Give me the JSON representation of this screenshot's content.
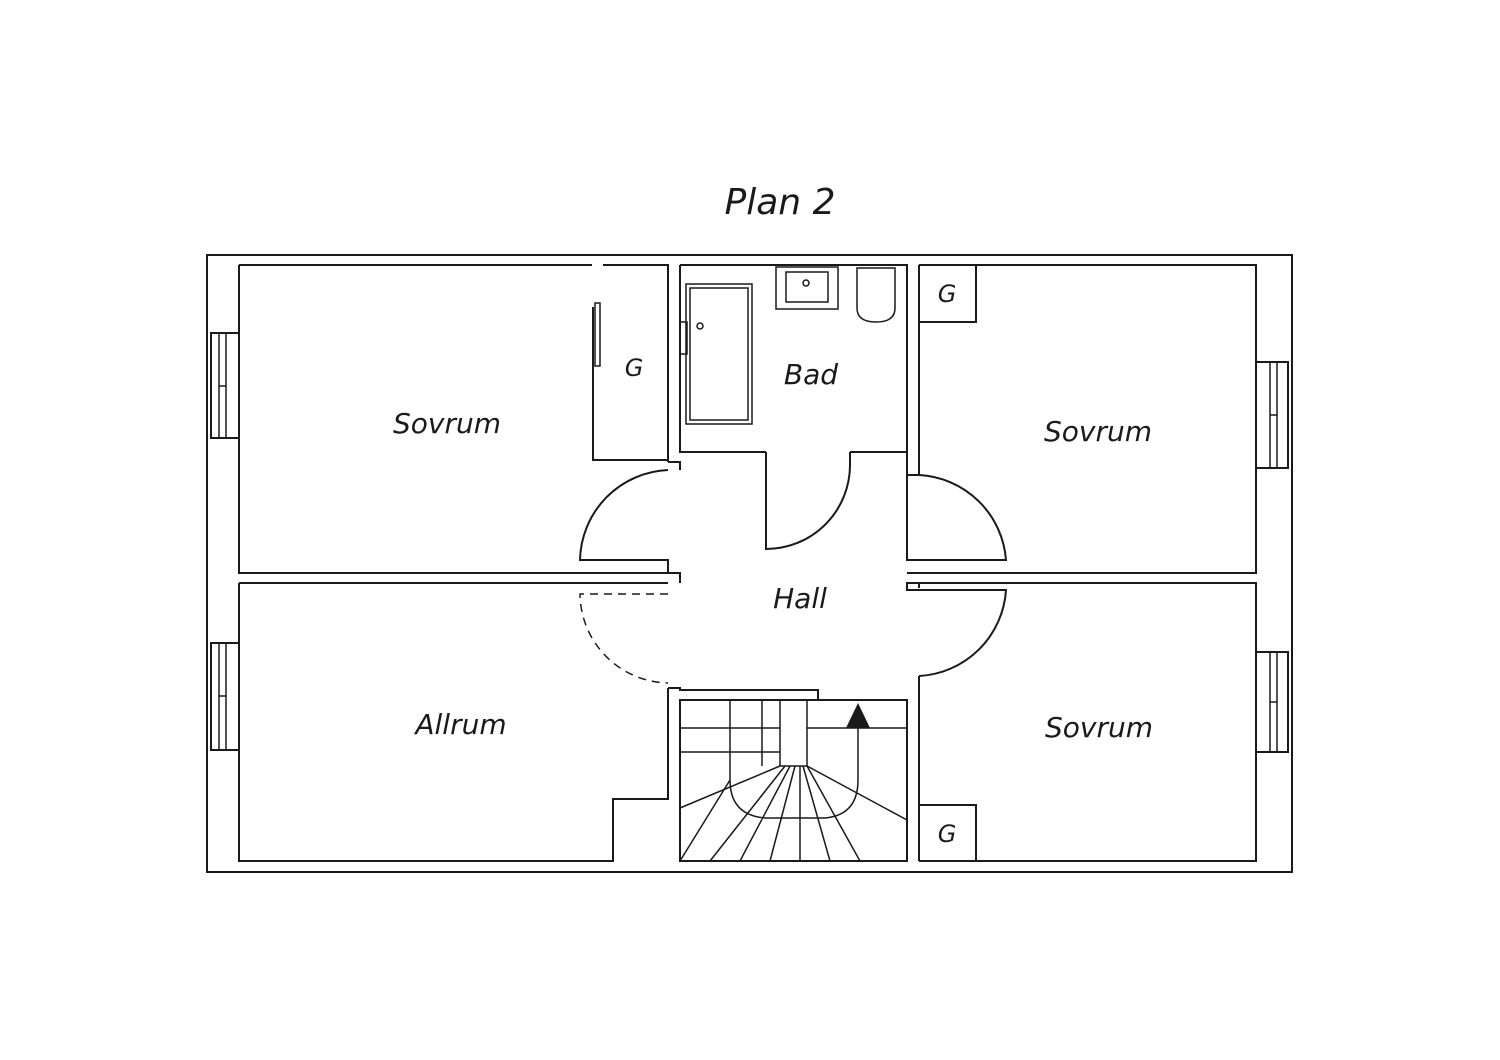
{
  "title": "Plan 2",
  "rooms": {
    "sovrum_top_left": "Sovrum",
    "sovrum_top_right": "Sovrum",
    "sovrum_bottom_right": "Sovrum",
    "allrum": "Allrum",
    "bad": "Bad",
    "hall": "Hall"
  },
  "closets": {
    "closet_left": "G",
    "closet_top_right": "G",
    "closet_bottom_right": "G"
  },
  "colors": {
    "line": "#1a1a1a",
    "background": "#ffffff"
  }
}
